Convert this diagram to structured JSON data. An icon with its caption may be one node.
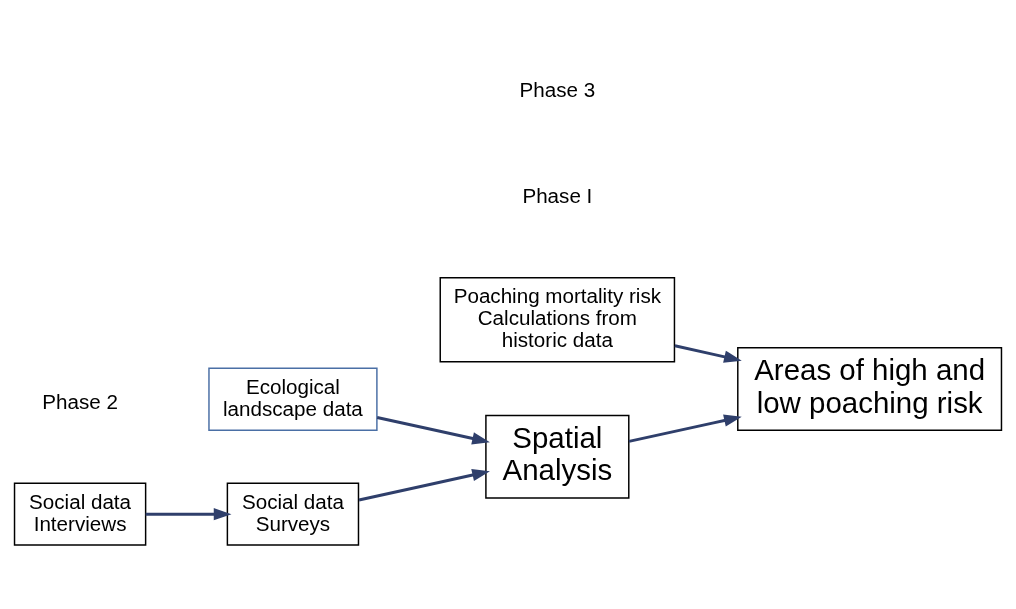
{
  "diagram": {
    "nodes": [
      {
        "text": [
          "Poaching mortality risk Calculations from historic data"
        ]
      },
      {
        "text": [
          "Areas of high and low poaching risk"
        ]
      },
      {
        "text": [
          "Ecological landscape data"
        ]
      },
      {
        "text": [
          "Spatial Analysis"
        ]
      },
      {
        "text": [
          "Social data Interviews"
        ]
      },
      {
        "text": [
          "Social data Surveys"
        ]
      }
    ],
    "edges": [
      {
        "from": 0,
        "to": 1,
        "arrow": "to"
      },
      {
        "from": 3,
        "to": 1,
        "arrow": "to"
      },
      {
        "from": 2,
        "to": 3,
        "arrow": "to"
      },
      {
        "from": 5,
        "to": 3,
        "arrow": "to"
      },
      {
        "from": 4,
        "to": 5,
        "arrow": "to"
      }
    ],
    "labels": [
      "Phase I",
      "Phase 3",
      "Phase 2"
    ]
  }
}
